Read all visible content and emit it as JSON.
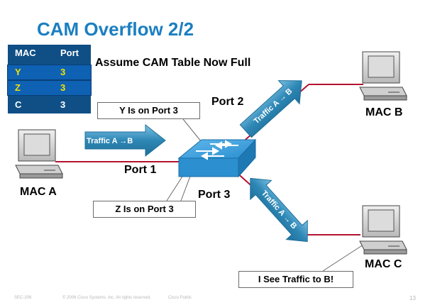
{
  "slide": {
    "title": "CAM Overflow 2/2",
    "assumption": "Assume CAM Table Now Full"
  },
  "cam_table": {
    "headers": [
      "MAC",
      "Port"
    ],
    "rows": [
      {
        "mac": "Y",
        "port": "3"
      },
      {
        "mac": "Z",
        "port": "3"
      },
      {
        "mac": "C",
        "port": "3"
      }
    ]
  },
  "hosts": {
    "a": "MAC A",
    "b": "MAC B",
    "c": "MAC C"
  },
  "ports": {
    "p1": "Port 1",
    "p2": "Port 2",
    "p3": "Port 3"
  },
  "traffic": {
    "a_to_b": "Traffic A →B",
    "to_b_port2": "Traffic A → B",
    "to_b_port3": "Traffic A → B"
  },
  "callouts": {
    "y": "Y Is on Port 3",
    "z": "Z Is on Port 3",
    "c": "I See Traffic to B!"
  },
  "footer": {
    "code": "SEC-206",
    "copyright": "© 2006 Cisco Systems, Inc. All rights reserved.",
    "classification": "Cisco Public",
    "page": "13"
  },
  "colors": {
    "title": "#1b7fc1",
    "table_bg": "#0f4f86",
    "table_highlight_text": "#f5e200",
    "link": "#b3122f",
    "arrow": "#2e87b5",
    "switch": "#2b8fd0"
  },
  "icons": [
    "computer-icon",
    "switch-icon",
    "traffic-arrow"
  ]
}
